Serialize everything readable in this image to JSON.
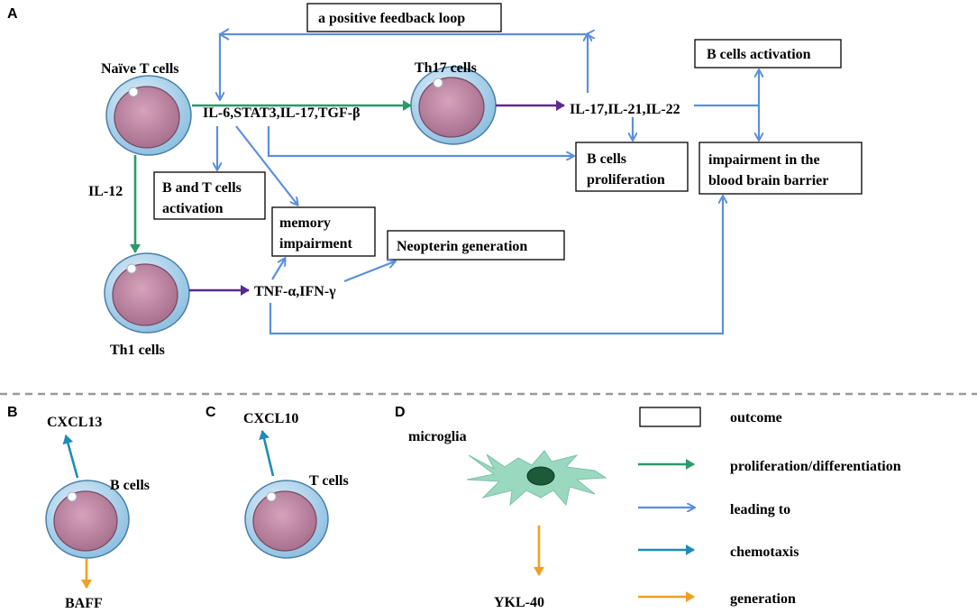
{
  "panels": {
    "a": "A",
    "b": "B",
    "c": "C",
    "d": "D"
  },
  "panel_a": {
    "naive": "Naïve T cells",
    "th17": "Th17 cells",
    "th1": "Th1 cells",
    "cytokines": "IL-6,STAT3,IL-17,TGF-β",
    "il12": "IL-12",
    "th17_products": "IL-17,IL-21,IL-22",
    "th1_products": "TNF-α,IFN-γ",
    "feedback": "a positive feedback loop",
    "b_activation": "B cells activation",
    "bt_line1": "B and T cells",
    "bt_line2": "activation",
    "memory_line1": "memory",
    "memory_line2": "impairment",
    "neopterin": "Neopterin generation",
    "bprolif_line1": "B cells",
    "bprolif_line2": "proliferation",
    "bbb_line1": "impairment in the",
    "bbb_line2": "blood brain barrier"
  },
  "panel_b": {
    "cell": "B cells",
    "chemokine": "CXCL13",
    "product": "BAFF"
  },
  "panel_c": {
    "cell": "T cells",
    "chemokine": "CXCL10"
  },
  "panel_d": {
    "cell": "microglia",
    "product": "YKL-40"
  },
  "legend": [
    {
      "label": "outcome",
      "kind": "box"
    },
    {
      "label": "proliferation/differentiation",
      "kind": "arrow",
      "color": "#2a9a6a"
    },
    {
      "label": "leading to",
      "kind": "arrow",
      "color": "#5b8fdc"
    },
    {
      "label": "chemotaxis",
      "kind": "arrow",
      "color": "#1f8bb8"
    },
    {
      "label": "generation",
      "kind": "arrow",
      "color": "#f0a020"
    }
  ],
  "colors": {
    "proliferation": "#2a9a6a",
    "leading_to": "#5b8fdc",
    "chemotaxis": "#1f8bb8",
    "generation": "#f0a020",
    "secretion": "#5b2a8e",
    "cell_membrane": "#b9d9ef",
    "cell_nucleus": "#c690a8",
    "microglia_body": "#9ad8bf",
    "microglia_nucleus": "#1c5a3a"
  }
}
